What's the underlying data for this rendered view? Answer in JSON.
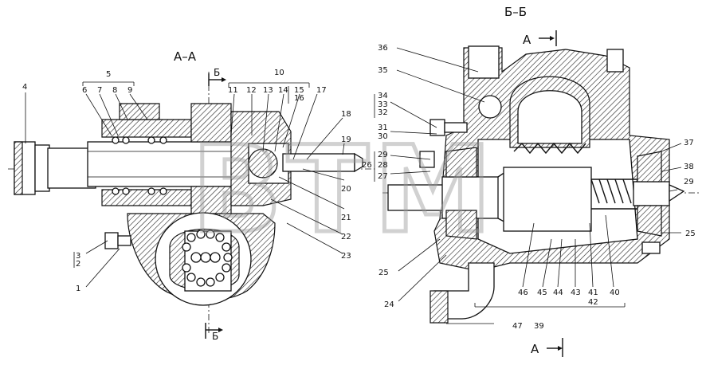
{
  "sections": {
    "aa": "А–А",
    "bb": "Б–Б",
    "a_mark": "А",
    "b_mark": "Б"
  },
  "watermark": "BTM",
  "callouts_left": [
    "1",
    "2",
    "3",
    "4",
    "5",
    "6",
    "7",
    "8",
    "9",
    "10",
    "11",
    "12",
    "13",
    "14",
    "15",
    "16",
    "17",
    "18",
    "19",
    "20",
    "21",
    "22",
    "23"
  ],
  "callouts_right": [
    "24",
    "25",
    "26",
    "27",
    "28",
    "29",
    "30",
    "31",
    "32",
    "33",
    "34",
    "35",
    "36",
    "37",
    "38",
    "39",
    "40",
    "41",
    "42",
    "43",
    "44",
    "45",
    "46",
    "47"
  ]
}
